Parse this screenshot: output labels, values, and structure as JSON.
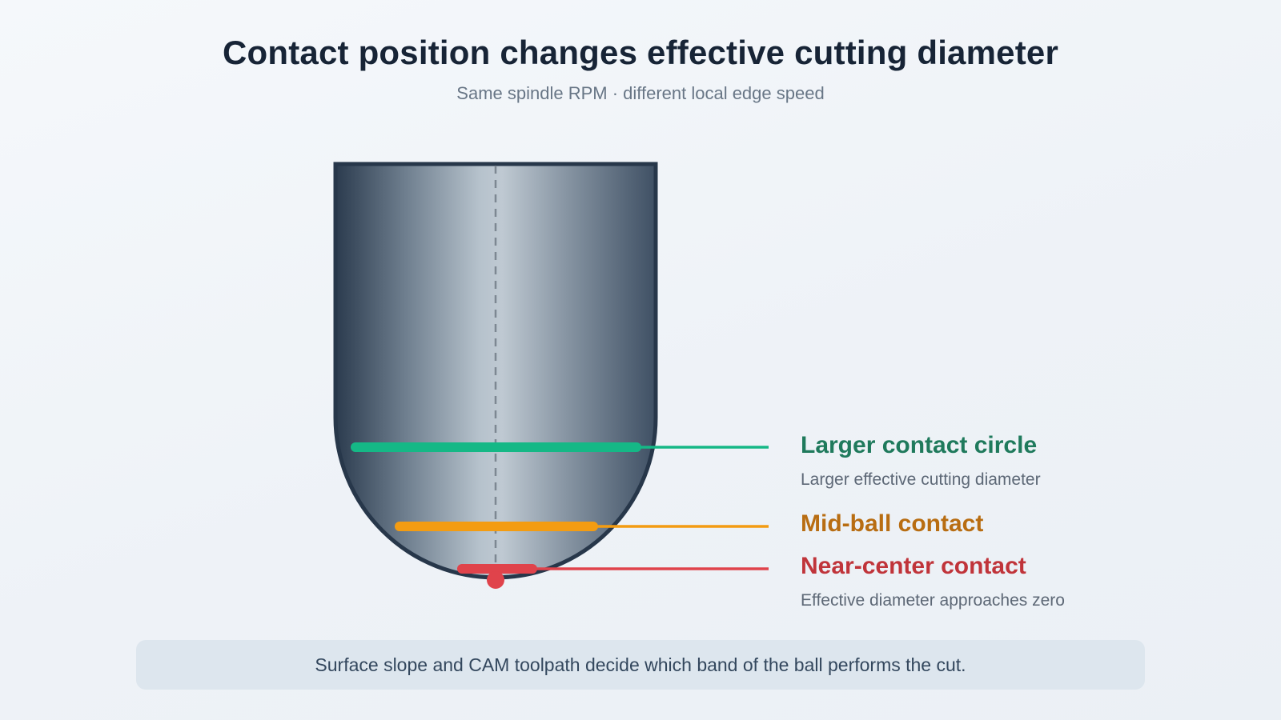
{
  "header": {
    "title": "Contact position changes effective cutting diameter",
    "subtitle": "Same spindle RPM · different local edge speed"
  },
  "contacts": [
    {
      "name": "large",
      "label": "Larger contact circle",
      "description": "Larger effective cutting diameter",
      "color": "#15b886",
      "label_color": "#1f7a5c"
    },
    {
      "name": "mid",
      "label": "Mid-ball contact",
      "description": "",
      "color": "#f39c12",
      "label_color": "#b86d12"
    },
    {
      "name": "near-center",
      "label": "Near-center contact",
      "description": "Effective diameter approaches zero",
      "color": "#e0434b",
      "label_color": "#c0343a"
    }
  ],
  "tool": {
    "outline_color": "#27374a",
    "axis_color": "#7d8792"
  },
  "footer": {
    "note": "Surface slope and CAM toolpath decide which band of the ball performs the cut."
  }
}
